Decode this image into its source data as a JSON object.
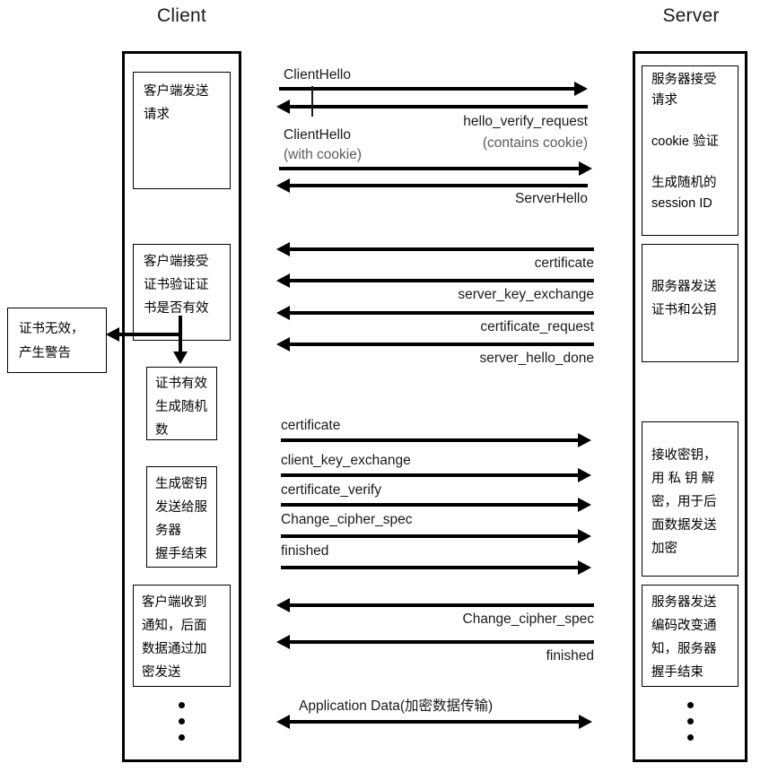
{
  "diagram": {
    "title_client": "Client",
    "title_server": "Server",
    "ellipsis_glyph": "•"
  },
  "client": {
    "boxes": [
      {
        "name": "client-send-request",
        "lines": [
          "客户端发送",
          "请求"
        ]
      },
      {
        "name": "client-verify-certificate",
        "lines": [
          "客户端接受",
          "证书验证证",
          "书是否有效"
        ]
      },
      {
        "name": "certificate-valid-random",
        "lines": [
          "证书有效",
          "生成随机",
          "数"
        ]
      },
      {
        "name": "generate-key-send",
        "lines": [
          "生成密钥",
          "发送给服",
          "务器",
          "握手结束"
        ]
      },
      {
        "name": "client-received-notice",
        "lines": [
          "客户端收到",
          "通知，后面",
          "数据通过加",
          "密发送"
        ]
      }
    ],
    "alert": {
      "name": "certificate-invalid-alert",
      "lines": [
        "证书无效，",
        "产生警告"
      ]
    }
  },
  "server": {
    "boxes": [
      {
        "name": "server-accept-request",
        "lines": [
          "服务器接受",
          "请求",
          "",
          "cookie 验证",
          "",
          "生成随机的",
          "session ID"
        ]
      },
      {
        "name": "server-send-cert-pubkey",
        "lines": [
          "服务器发送",
          "证书和公钥"
        ]
      },
      {
        "name": "server-receive-key",
        "lines": [
          "接收密钥，",
          "用 私 钥 解",
          "密，用于后",
          "面数据发送",
          "加密"
        ]
      },
      {
        "name": "server-send-change-cipher",
        "lines": [
          "服务器发送",
          "编码改变通",
          "知，服务器",
          "握手结束"
        ]
      }
    ]
  },
  "messages": [
    {
      "name": "msg-clienthello-1",
      "label": "ClientHello",
      "sub": "",
      "dir": "right",
      "label_align": "left"
    },
    {
      "name": "msg-hello-verify-request",
      "label": "hello_verify_request",
      "sub": "(contains cookie)",
      "dir": "left",
      "label_align": "right"
    },
    {
      "name": "msg-clienthello-2",
      "label": "ClientHello",
      "sub": "(with cookie)",
      "dir": "right",
      "label_align": "left"
    },
    {
      "name": "msg-serverhello",
      "label": "ServerHello",
      "sub": "",
      "dir": "left",
      "label_align": "right"
    },
    {
      "name": "msg-certificate-s2c",
      "label": "certificate",
      "sub": "",
      "dir": "left",
      "label_align": "right"
    },
    {
      "name": "msg-server-key-exchange",
      "label": "server_key_exchange",
      "sub": "",
      "dir": "left",
      "label_align": "right"
    },
    {
      "name": "msg-certificate-request",
      "label": "certificate_request",
      "sub": "",
      "dir": "left",
      "label_align": "right"
    },
    {
      "name": "msg-server-hello-done",
      "label": "server_hello_done",
      "sub": "",
      "dir": "left",
      "label_align": "right"
    },
    {
      "name": "msg-certificate-c2s",
      "label": "certificate",
      "sub": "",
      "dir": "right",
      "label_align": "left"
    },
    {
      "name": "msg-client-key-exchange",
      "label": "client_key_exchange",
      "sub": "",
      "dir": "right",
      "label_align": "left"
    },
    {
      "name": "msg-certificate-verify",
      "label": "certificate_verify",
      "sub": "",
      "dir": "right",
      "label_align": "left"
    },
    {
      "name": "msg-change-cipher-spec-c2s",
      "label": "Change_cipher_spec",
      "sub": "",
      "dir": "right",
      "label_align": "left"
    },
    {
      "name": "msg-finished-c2s",
      "label": "finished",
      "sub": "",
      "dir": "right",
      "label_align": "left"
    },
    {
      "name": "msg-change-cipher-spec-s2c",
      "label": "Change_cipher_spec",
      "sub": "",
      "dir": "left",
      "label_align": "right"
    },
    {
      "name": "msg-finished-s2c",
      "label": "finished",
      "sub": "",
      "dir": "left",
      "label_align": "right"
    },
    {
      "name": "msg-application-data",
      "label": "Application Data(加密数据传输)",
      "sub": "",
      "dir": "both",
      "label_align": "left"
    }
  ]
}
